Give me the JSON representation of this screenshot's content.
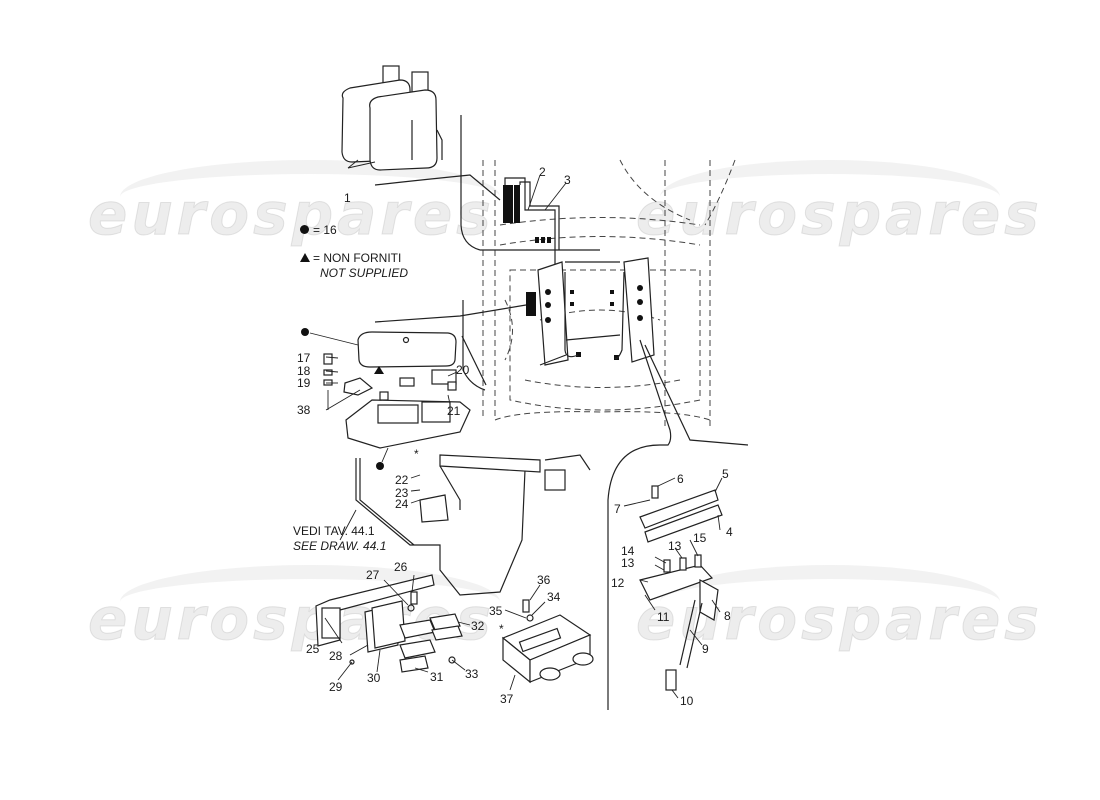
{
  "diagram": {
    "type": "exploded-parts-diagram",
    "watermark": "eurospares",
    "legend": {
      "dot_symbol_value": "= 16",
      "triangle_label_it": "= NON FORNITI",
      "triangle_label_en": "NOT SUPPLIED"
    },
    "reference_note": {
      "line_it": "VEDI TAV. 44.1",
      "line_en": "SEE DRAW. 44.1"
    },
    "asterisk": "*",
    "callouts": [
      {
        "id": "c1",
        "label": "1"
      },
      {
        "id": "c2",
        "label": "2"
      },
      {
        "id": "c3",
        "label": "3"
      },
      {
        "id": "c4",
        "label": "4"
      },
      {
        "id": "c5",
        "label": "5"
      },
      {
        "id": "c6",
        "label": "6"
      },
      {
        "id": "c7",
        "label": "7"
      },
      {
        "id": "c8",
        "label": "8"
      },
      {
        "id": "c9",
        "label": "9"
      },
      {
        "id": "c10",
        "label": "10"
      },
      {
        "id": "c11",
        "label": "11"
      },
      {
        "id": "c12",
        "label": "12"
      },
      {
        "id": "c13a",
        "label": "13"
      },
      {
        "id": "c13b",
        "label": "13"
      },
      {
        "id": "c14",
        "label": "14"
      },
      {
        "id": "c15",
        "label": "15"
      },
      {
        "id": "c17",
        "label": "17"
      },
      {
        "id": "c18",
        "label": "18"
      },
      {
        "id": "c19",
        "label": "19"
      },
      {
        "id": "c20",
        "label": "20"
      },
      {
        "id": "c21",
        "label": "21"
      },
      {
        "id": "c22",
        "label": "22"
      },
      {
        "id": "c23",
        "label": "23"
      },
      {
        "id": "c24",
        "label": "24"
      },
      {
        "id": "c25",
        "label": "25"
      },
      {
        "id": "c26",
        "label": "26"
      },
      {
        "id": "c27",
        "label": "27"
      },
      {
        "id": "c28",
        "label": "28"
      },
      {
        "id": "c29",
        "label": "29"
      },
      {
        "id": "c30",
        "label": "30"
      },
      {
        "id": "c31",
        "label": "31"
      },
      {
        "id": "c32",
        "label": "32"
      },
      {
        "id": "c33",
        "label": "33"
      },
      {
        "id": "c34",
        "label": "34"
      },
      {
        "id": "c35",
        "label": "35"
      },
      {
        "id": "c36",
        "label": "36"
      },
      {
        "id": "c37",
        "label": "37"
      },
      {
        "id": "c38",
        "label": "38"
      }
    ]
  }
}
